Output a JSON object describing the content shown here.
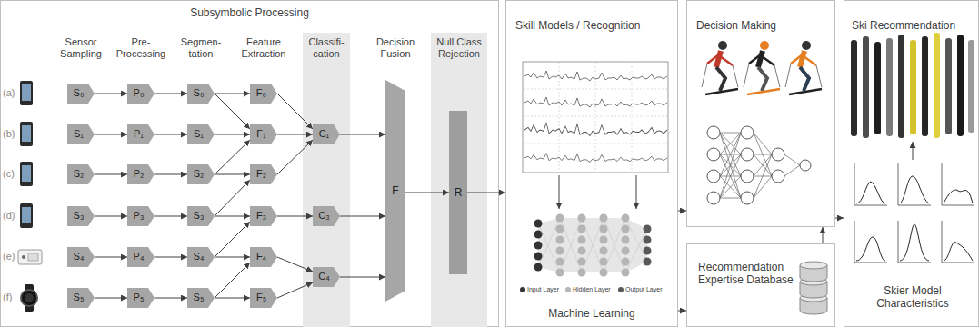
{
  "diagram": {
    "nodes": [
      {
        "text": [
          "Subsymbolic Processing"
        ]
      },
      {
        "text": [
          "Classifi- cation"
        ],
        "in": 0
      },
      {
        "text": [
          "Null Class Rejection"
        ],
        "in": 0
      },
      {
        "text": [
          "S₀"
        ],
        "in": 0
      },
      {
        "text": [
          "S₁"
        ],
        "in": 0
      },
      {
        "text": [
          "S₂"
        ],
        "in": 0
      },
      {
        "text": [
          "S₃"
        ],
        "in": 0
      },
      {
        "text": [
          "S₄"
        ],
        "in": 0
      },
      {
        "text": [
          "S₅"
        ],
        "in": 0
      },
      {
        "text": [
          "P₀"
        ],
        "in": 0
      },
      {
        "text": [
          "P₁"
        ],
        "in": 0
      },
      {
        "text": [
          "P₂"
        ],
        "in": 0
      },
      {
        "text": [
          "P₃"
        ],
        "in": 0
      },
      {
        "text": [
          "P₄"
        ],
        "in": 0
      },
      {
        "text": [
          "P₅"
        ],
        "in": 0
      },
      {
        "text": [
          "S₀"
        ],
        "in": 0
      },
      {
        "text": [
          "S₁"
        ],
        "in": 0
      },
      {
        "text": [
          "S₂"
        ],
        "in": 0
      },
      {
        "text": [
          "S₃"
        ],
        "in": 0
      },
      {
        "text": [
          "S₄"
        ],
        "in": 0
      },
      {
        "text": [
          "S₅"
        ],
        "in": 0
      },
      {
        "text": [
          "F₀"
        ],
        "in": 0
      },
      {
        "text": [
          "F₁"
        ],
        "in": 0
      },
      {
        "text": [
          "F₂"
        ],
        "in": 0
      },
      {
        "text": [
          "F₃"
        ],
        "in": 0
      },
      {
        "text": [
          "F₄"
        ],
        "in": 0
      },
      {
        "text": [
          "F₅"
        ],
        "in": 0
      },
      {
        "text": [
          "C₁"
        ],
        "in": 1
      },
      {
        "text": [
          "C₃"
        ],
        "in": 1
      },
      {
        "text": [
          "C₄"
        ],
        "in": 1
      },
      {
        "text": [
          "F"
        ],
        "in": 0
      },
      {
        "text": [
          "R"
        ],
        "in": 2
      },
      {
        "text": [
          "Skill Models / Recognition",
          "Machine Learning"
        ]
      },
      {
        "text": [
          "Decision Making"
        ]
      },
      {
        "text": [
          "Recommendation Expertise Database"
        ]
      },
      {
        "text": [
          "Ski Recommendation",
          "Skier Model Characteristics"
        ]
      }
    ],
    "edges": [
      {
        "from": 3,
        "to": 9,
        "arrow": "to"
      },
      {
        "from": 4,
        "to": 10,
        "arrow": "to"
      },
      {
        "from": 5,
        "to": 11,
        "arrow": "to"
      },
      {
        "from": 6,
        "to": 12,
        "arrow": "to"
      },
      {
        "from": 7,
        "to": 13,
        "arrow": "to"
      },
      {
        "from": 8,
        "to": 14,
        "arrow": "to"
      },
      {
        "from": 9,
        "to": 15,
        "arrow": "to"
      },
      {
        "from": 10,
        "to": 16,
        "arrow": "to"
      },
      {
        "from": 11,
        "to": 17,
        "arrow": "to"
      },
      {
        "from": 12,
        "to": 18,
        "arrow": "to"
      },
      {
        "from": 13,
        "to": 19,
        "arrow": "to"
      },
      {
        "from": 14,
        "to": 20,
        "arrow": "to"
      },
      {
        "from": 15,
        "to": 21,
        "arrow": "to"
      },
      {
        "from": 15,
        "to": 22,
        "arrow": "to"
      },
      {
        "from": 16,
        "to": 22,
        "arrow": "to"
      },
      {
        "from": 17,
        "to": 22,
        "arrow": "to"
      },
      {
        "from": 17,
        "to": 23,
        "arrow": "to"
      },
      {
        "from": 18,
        "to": 23,
        "arrow": "to"
      },
      {
        "from": 18,
        "to": 24,
        "arrow": "to"
      },
      {
        "from": 19,
        "to": 24,
        "arrow": "to"
      },
      {
        "from": 19,
        "to": 25,
        "arrow": "to"
      },
      {
        "from": 20,
        "to": 25,
        "arrow": "to"
      },
      {
        "from": 20,
        "to": 26,
        "arrow": "to"
      },
      {
        "from": 21,
        "to": 27,
        "arrow": "to"
      },
      {
        "from": 22,
        "to": 27,
        "arrow": "to"
      },
      {
        "from": 23,
        "to": 27,
        "arrow": "to"
      },
      {
        "from": 24,
        "to": 28,
        "arrow": "to"
      },
      {
        "from": 25,
        "to": 29,
        "arrow": "to"
      },
      {
        "from": 26,
        "to": 29,
        "arrow": "to"
      },
      {
        "from": 27,
        "to": 30,
        "arrow": "to"
      },
      {
        "from": 28,
        "to": 30,
        "arrow": "to"
      },
      {
        "from": 29,
        "to": 30,
        "arrow": "to"
      },
      {
        "from": 30,
        "to": 31,
        "arrow": "to"
      },
      {
        "from": 31,
        "to": 32,
        "arrow": "to"
      },
      {
        "from": 32,
        "to": 33,
        "arrow": "to"
      },
      {
        "from": 32,
        "to": 34,
        "arrow": "to"
      },
      {
        "from": 34,
        "to": 33,
        "arrow": "to"
      },
      {
        "from": 33,
        "to": 35,
        "arrow": "to"
      }
    ],
    "labels": [
      "(a)",
      "(b)",
      "(c)",
      "(d)",
      "(e)",
      "(f)",
      "Sensor Sampling",
      "Pre- Processing",
      "Segmen- tation",
      "Feature Extraction",
      "Decision Fusion"
    ],
    "legend": [
      {
        "text": "Input Layer",
        "color": "#333333"
      },
      {
        "text": "Hidden Layer",
        "color": "#b5b5b5"
      },
      {
        "text": "Output Layer",
        "color": "#595959"
      }
    ]
  }
}
